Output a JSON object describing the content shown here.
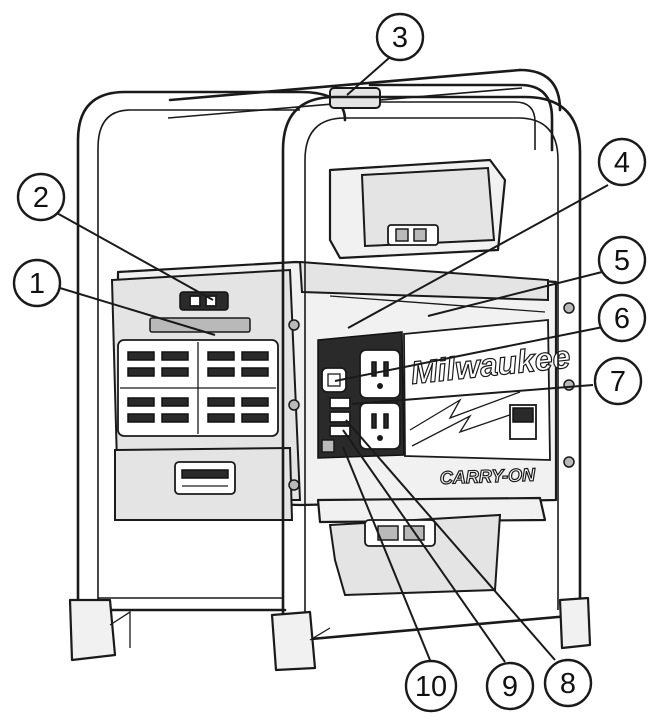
{
  "device": {
    "brand": "Milwaukee",
    "model_label": "CARRY-ON"
  },
  "callouts": [
    {
      "label": "1"
    },
    {
      "label": "2"
    },
    {
      "label": "3"
    },
    {
      "label": "4"
    },
    {
      "label": "5"
    },
    {
      "label": "6"
    },
    {
      "label": "7"
    },
    {
      "label": "8"
    },
    {
      "label": "9"
    },
    {
      "label": "10"
    }
  ],
  "colors": {
    "line": "#1a1a1a",
    "background": "#ffffff",
    "panel_dark": "#2a2a2a"
  }
}
